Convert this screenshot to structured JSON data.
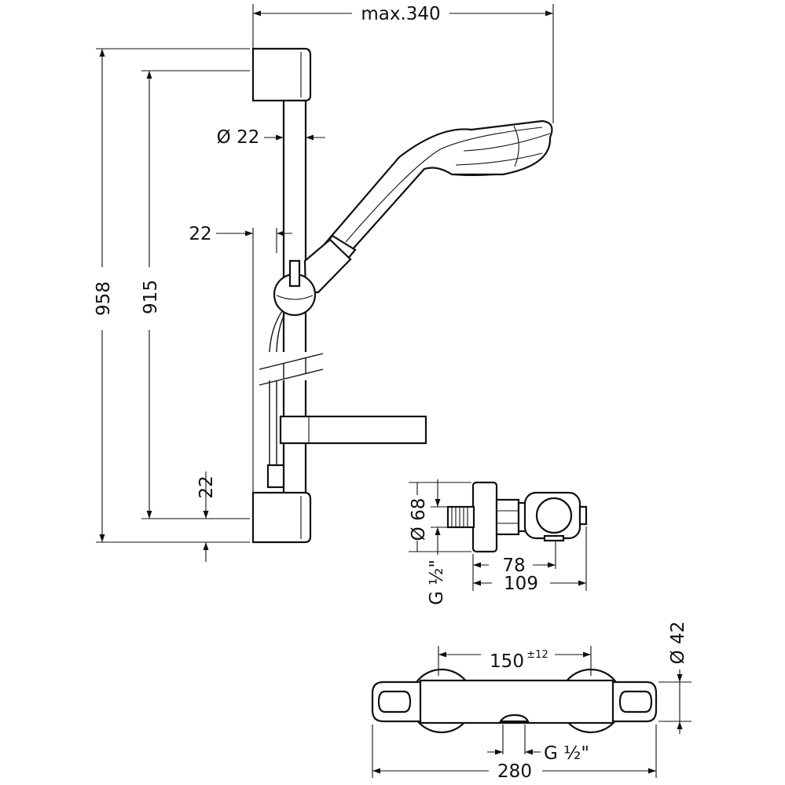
{
  "dimensions": {
    "width_max": "max.340",
    "height_total": "958",
    "height_rail": "915",
    "rail_diameter": "Ø 22",
    "wall_offset": "22",
    "bottom_offset": "22",
    "valve_diameter": "Ø 68",
    "thread_side": "G ½\"",
    "depth_78": "78",
    "depth_109": "109",
    "centers": "150",
    "centers_tolerance": "±12",
    "body_diameter": "Ø 42",
    "outlet_thread": "G ½\"",
    "length_280": "280"
  }
}
